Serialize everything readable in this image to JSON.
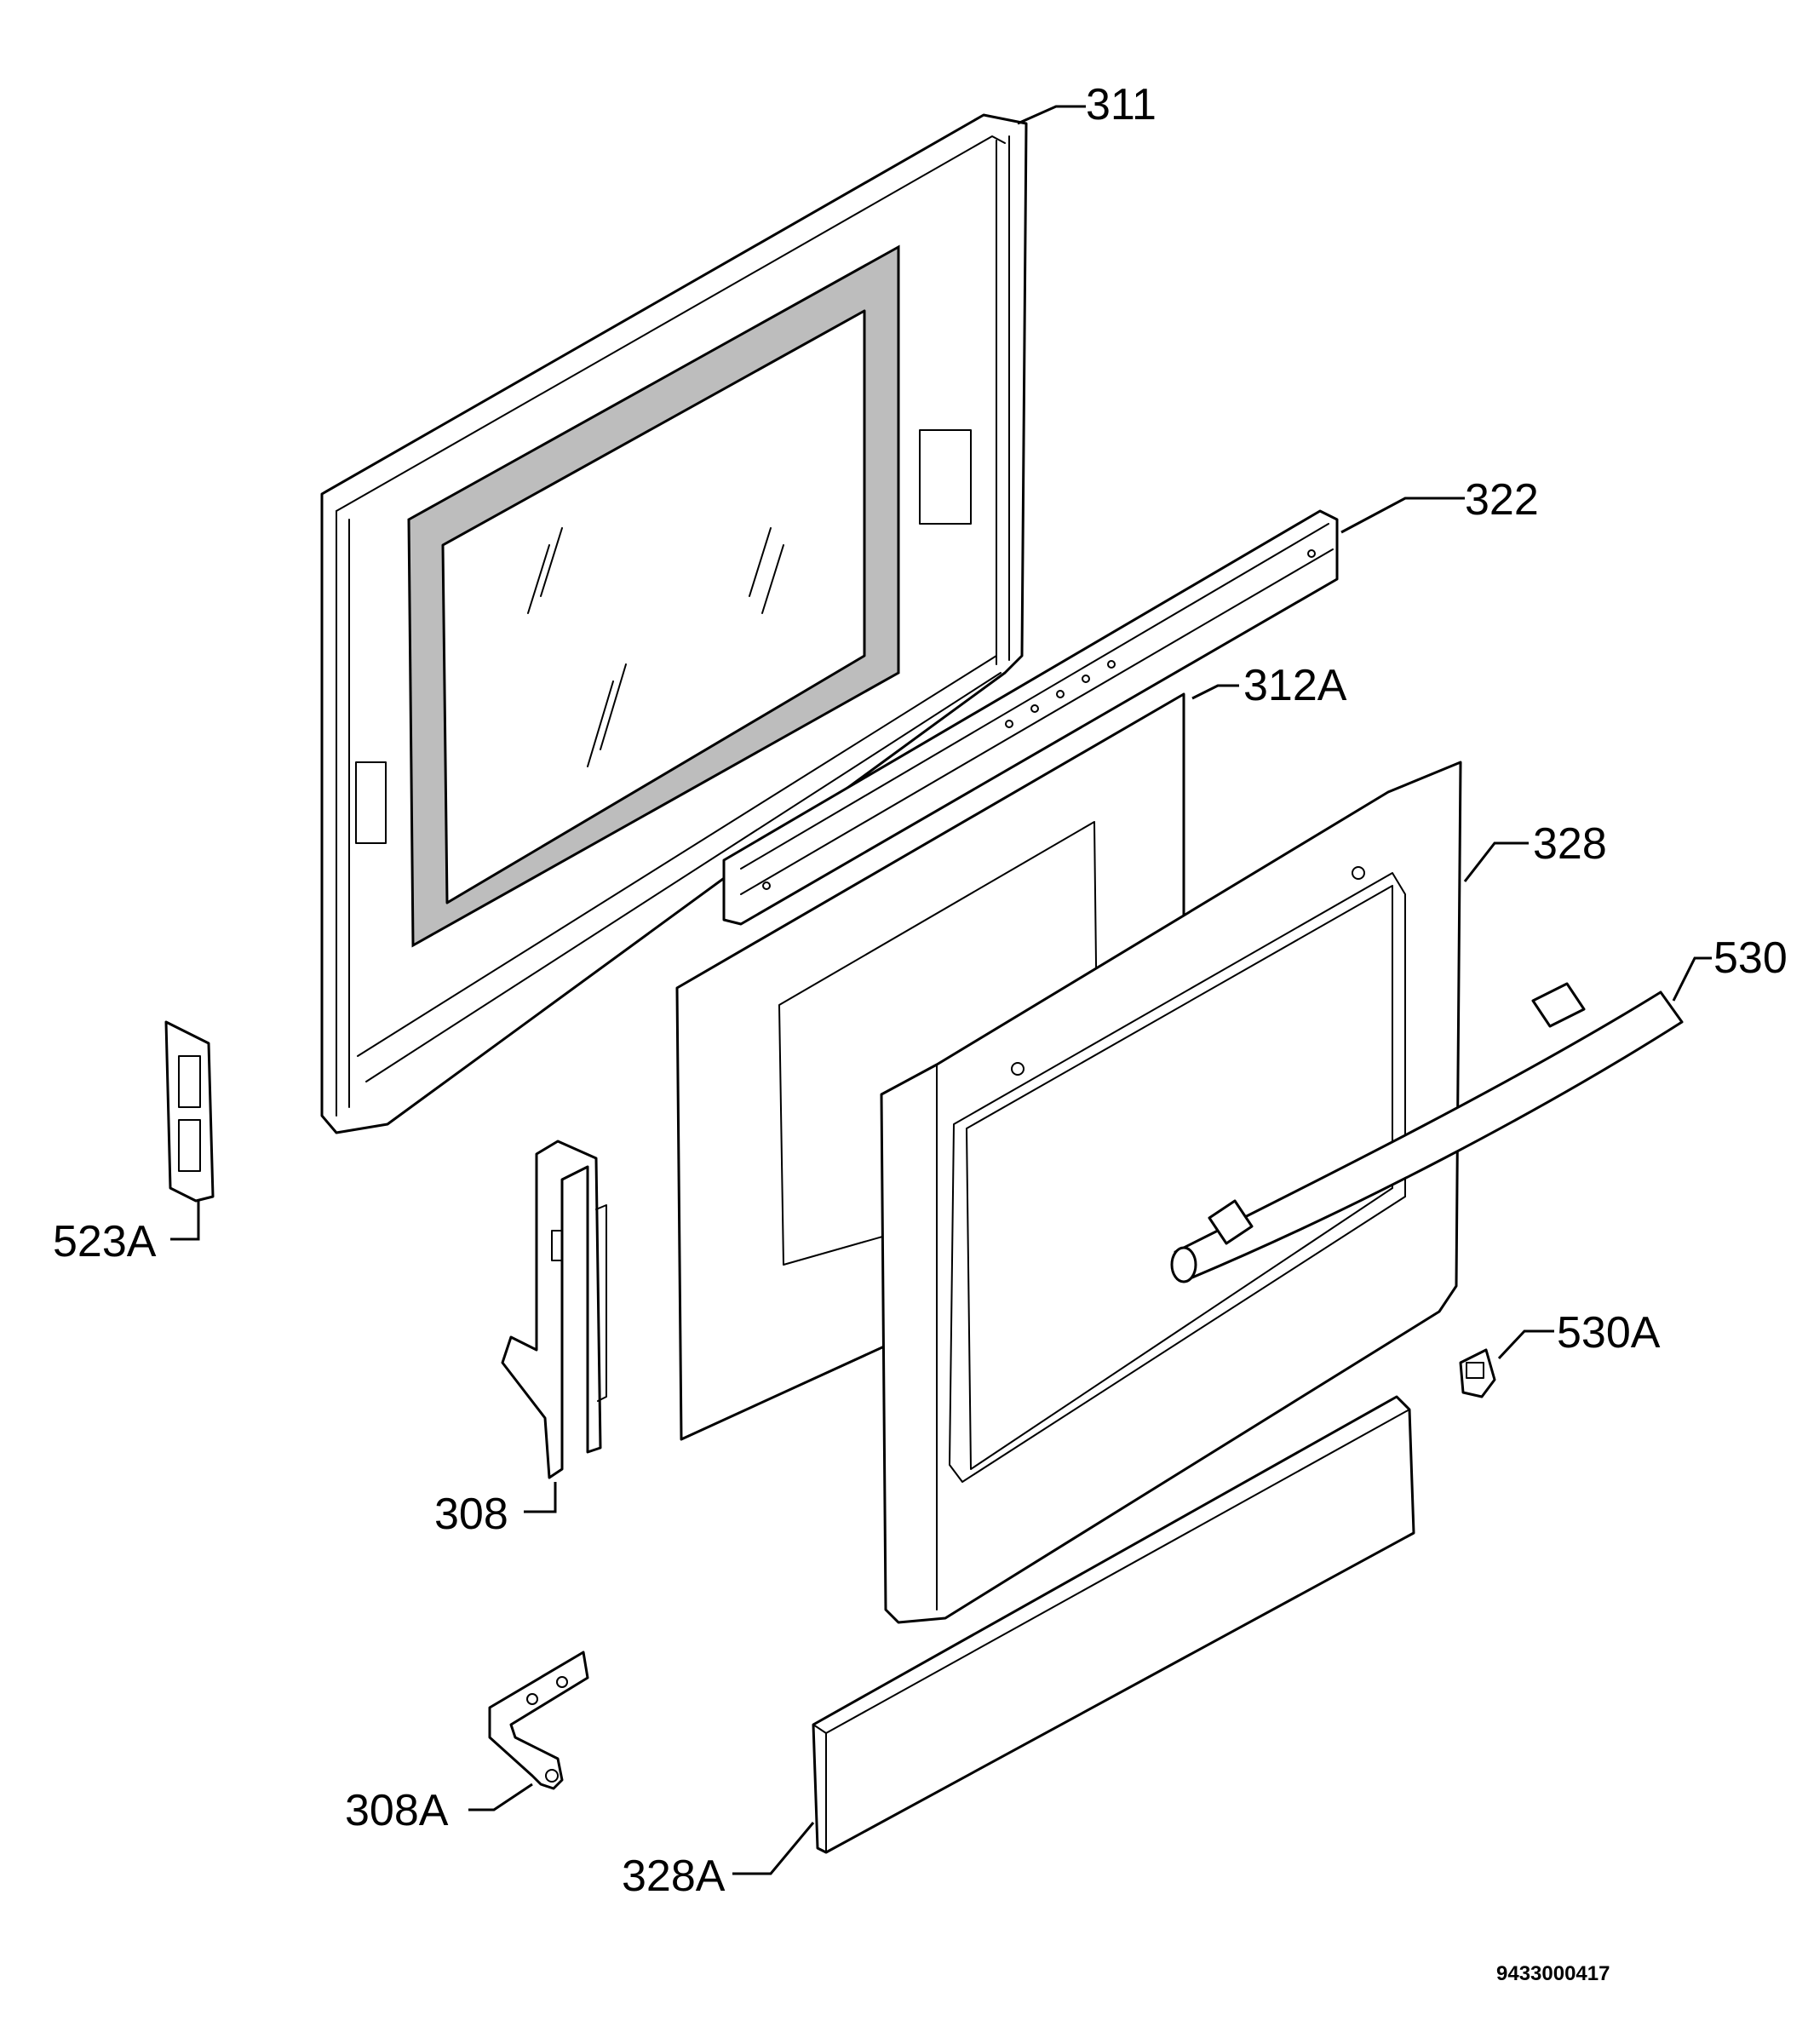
{
  "callouts": {
    "c311": "311",
    "c322": "322",
    "c312a": "312A",
    "c328": "328",
    "c530": "530",
    "c523a": "523A",
    "c308": "308",
    "c530a": "530A",
    "c308a": "308A",
    "c328a": "328A"
  },
  "drawing_number": "9433000417"
}
